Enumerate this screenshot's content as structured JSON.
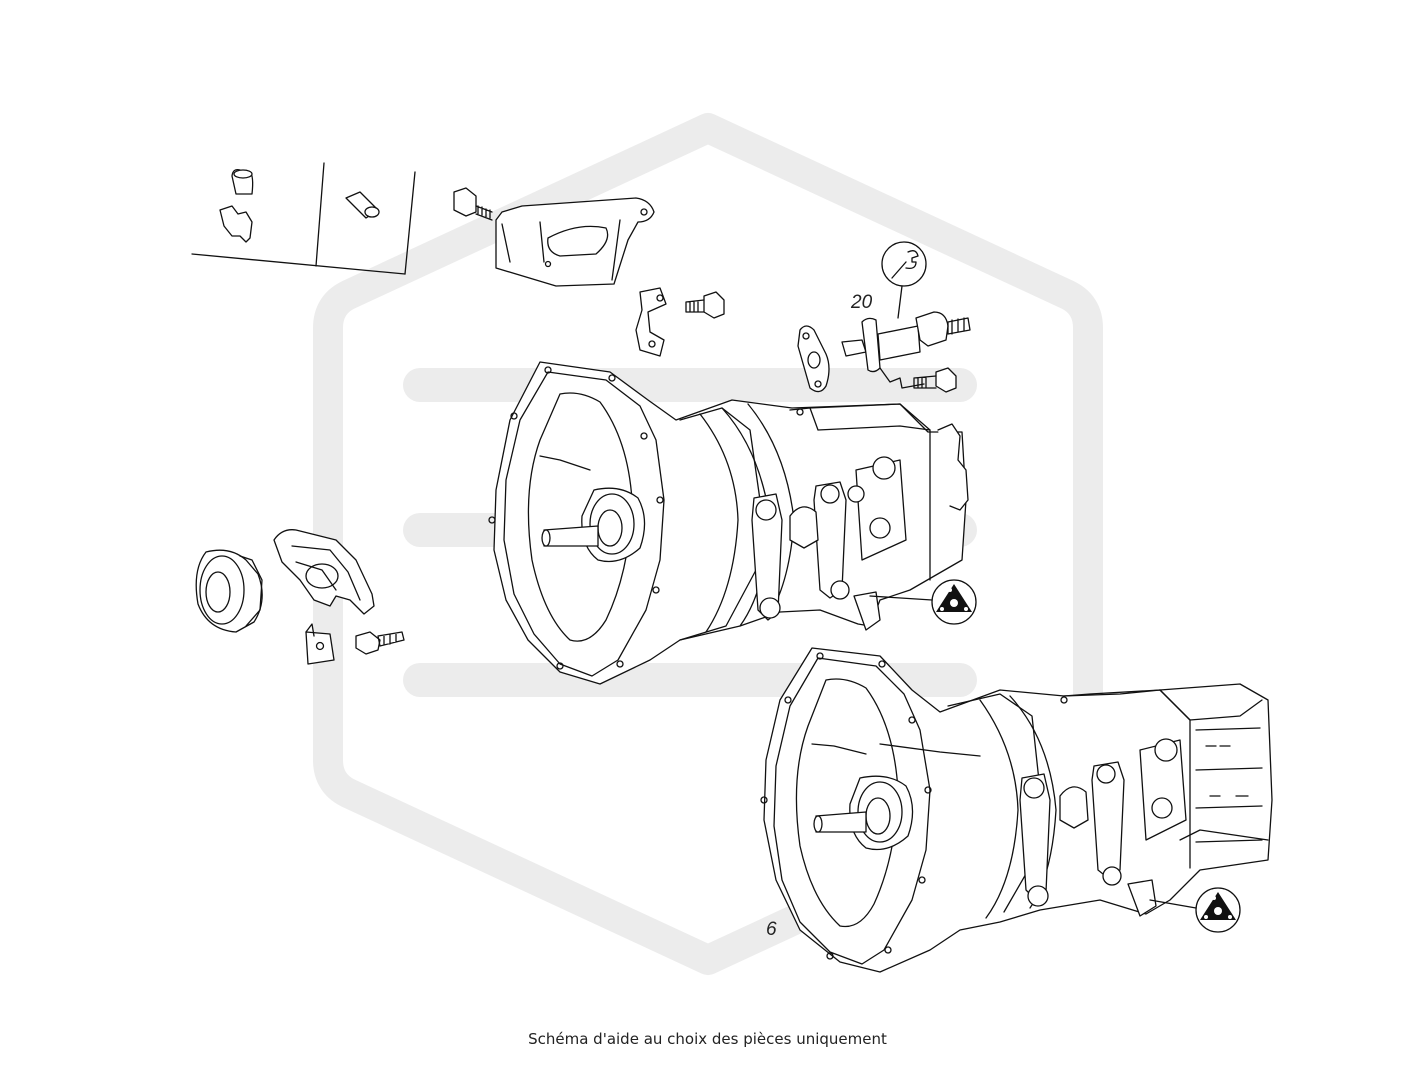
{
  "diagram": {
    "callouts": {
      "part_20": "20",
      "part_6": "6"
    },
    "icons": [
      "wrench-icon",
      "triangle-mount-icon"
    ],
    "watermark_color": "#ececec",
    "line_color": "#111111"
  },
  "caption": "Schéma d'aide au choix des pièces uniquement"
}
